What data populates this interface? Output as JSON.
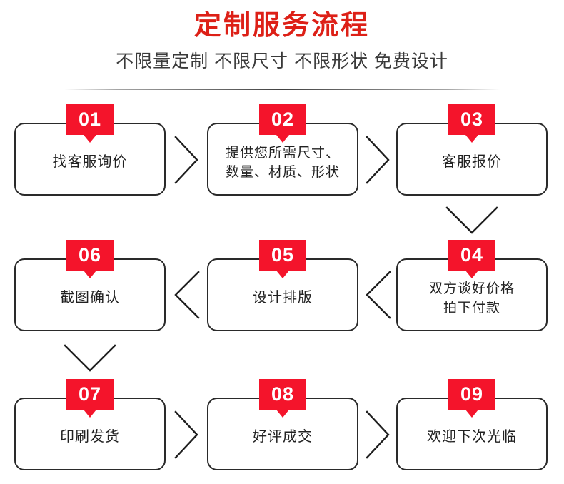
{
  "header": {
    "title": "定制服务流程",
    "subtitle": "不限量定制 不限尺寸 不限形状 免费设计",
    "title_color": "#dd2017",
    "subtitle_color": "#3a3a3a",
    "divider": "gradient-rule"
  },
  "theme": {
    "badge_red": "#f4142b",
    "box_border": "#2a2a2a",
    "box_fill": "#ffffff",
    "text_color": "#212121",
    "connector_color": "#1f1f1f"
  },
  "flow": {
    "steps": [
      {
        "number": "01",
        "label": "找客服询价",
        "lines": 1
      },
      {
        "number": "02",
        "label": "提供您所需尺寸、\n数量、材质、形状",
        "lines": 2
      },
      {
        "number": "03",
        "label": "客服报价",
        "lines": 1
      },
      {
        "number": "04",
        "label": "双方谈好价格\n拍下付款",
        "lines": 2
      },
      {
        "number": "05",
        "label": "设计排版",
        "lines": 1
      },
      {
        "number": "06",
        "label": "截图确认",
        "lines": 1
      },
      {
        "number": "07",
        "label": "印刷发货",
        "lines": 1
      },
      {
        "number": "08",
        "label": "好评成交",
        "lines": 1
      },
      {
        "number": "09",
        "label": "欢迎下次光临",
        "lines": 1
      }
    ],
    "connectors": [
      {
        "from": "01",
        "to": "02",
        "direction": "right"
      },
      {
        "from": "02",
        "to": "03",
        "direction": "right"
      },
      {
        "from": "03",
        "to": "04",
        "direction": "down"
      },
      {
        "from": "04",
        "to": "05",
        "direction": "left"
      },
      {
        "from": "05",
        "to": "06",
        "direction": "left"
      },
      {
        "from": "06",
        "to": "07",
        "direction": "down"
      },
      {
        "from": "07",
        "to": "08",
        "direction": "right"
      },
      {
        "from": "08",
        "to": "09",
        "direction": "right"
      }
    ]
  }
}
